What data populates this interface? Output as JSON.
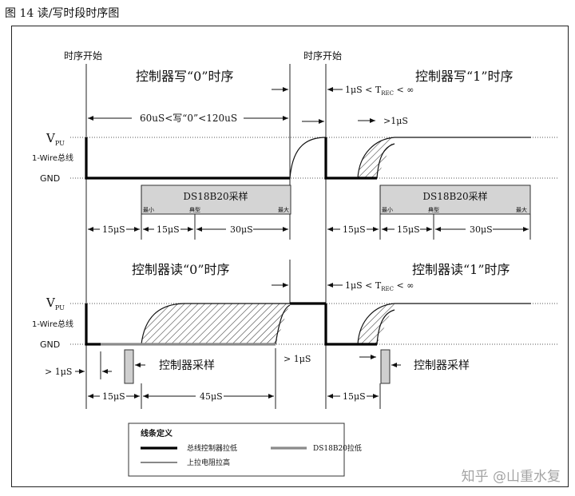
{
  "caption": "图 14 读/写时段时序图",
  "slot_start": "时序开始",
  "signals": {
    "vpu": "V",
    "vpu_sub": "PU",
    "bus": "1-Wire总线",
    "gnd": "GND"
  },
  "write": {
    "w0_title": "控制器写“0”时序",
    "w1_title": "控制器写“1”时序",
    "w0_range": "60uS<写“0”<120uS",
    "trec": "1μS < T",
    "trec_sub": "REC",
    "trec_tail": " < ∞",
    "gt1": ">1μS",
    "sample_box": "DS18B20采样",
    "min": "最小",
    "typ": "典型",
    "max": "最大",
    "seg15a": "15μS",
    "seg15b": "15μS",
    "seg30": "30μS"
  },
  "read": {
    "r0_title": "控制器读“0”时序",
    "r1_title": "控制器读“1”时序",
    "trec": "1μS < T",
    "trec_sub": "REC",
    "trec_tail": " < ∞",
    "gt1_left": "> 1μS",
    "gt1_mid": "> 1μS",
    "master_sample": "控制器采样",
    "seg15": "15μS",
    "seg45": "45μS",
    "seg15_r1": "15μS"
  },
  "legend": {
    "title": "线条定义",
    "master_low": "总线控制器拉低",
    "ds_low": "DS18B20拉低",
    "pullup": "上拉电阻拉高"
  },
  "watermark": "知乎 @山重水复"
}
